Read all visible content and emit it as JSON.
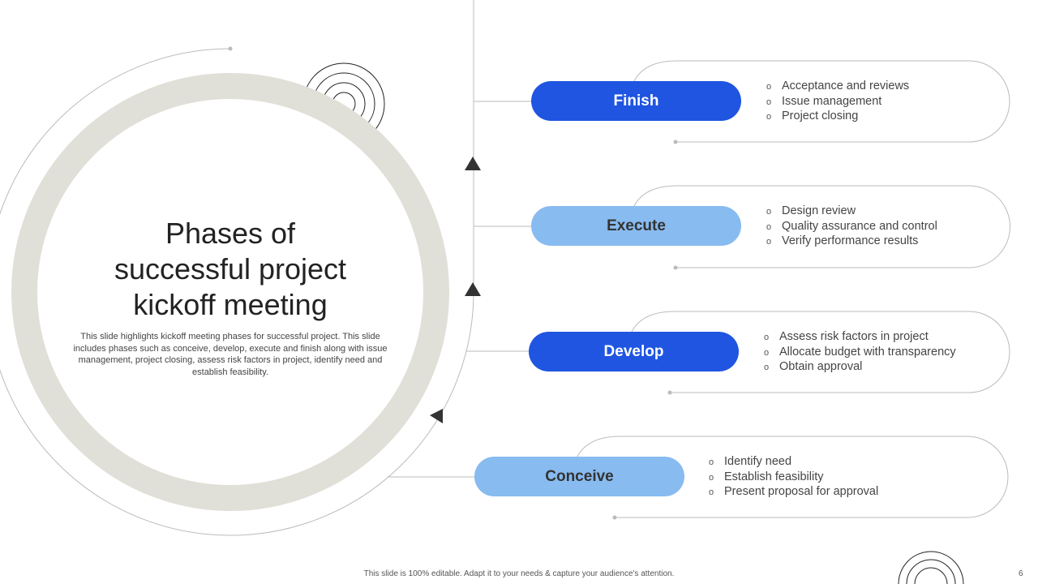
{
  "title": "Phases of successful project kickoff meeting",
  "title_lines": [
    "Phases of",
    "successful project",
    "kickoff meeting"
  ],
  "description": "This slide highlights kickoff meeting phases for successful project. This slide includes phases such as conceive, develop, execute and finish along with issue management, project closing, assess risk factors in project, identify need and establish feasibility.",
  "phases": [
    {
      "label": "Finish",
      "items": [
        "Acceptance and reviews",
        "Issue management",
        "Project closing"
      ]
    },
    {
      "label": "Execute",
      "items": [
        "Design review",
        "Quality assurance and control",
        "Verify performance results"
      ]
    },
    {
      "label": "Develop",
      "items": [
        "Assess risk factors in project",
        "Allocate budget with transparency",
        "Obtain approval"
      ]
    },
    {
      "label": "Conceive",
      "items": [
        "Identify need",
        "Establish feasibility",
        "Present proposal for approval"
      ]
    }
  ],
  "footer": "This slide is 100% editable.  Adapt it to your needs & capture your audience's attention.",
  "page_number": "6",
  "colors": {
    "dark_blue": "#1f55e0",
    "light_blue": "#88bbf0",
    "ring": "#e0dfd8"
  }
}
